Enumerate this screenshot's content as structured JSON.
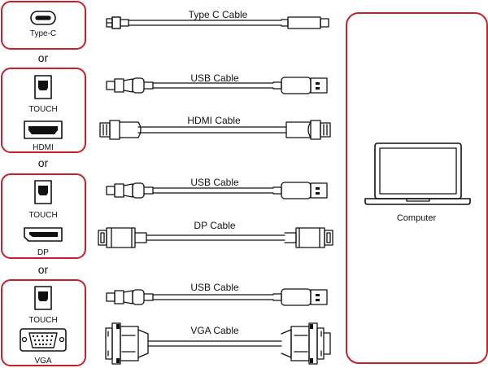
{
  "ports": {
    "typec": "Type-C",
    "touch1": "TOUCH",
    "hdmi": "HDMI",
    "touch2": "TOUCH",
    "dp": "DP",
    "touch3": "TOUCH",
    "vga": "VGA"
  },
  "or_labels": [
    "or",
    "or",
    "or"
  ],
  "cables": {
    "typec": "Type C Cable",
    "usb1": "USB Cable",
    "hdmi": "HDMI Cable",
    "usb2": "USB Cable",
    "dp": "DP Cable",
    "usb3": "USB Cable",
    "vga": "VGA Cable"
  },
  "computer": "Computer",
  "colors": {
    "accent": "#c8202a",
    "line": "#111111"
  }
}
